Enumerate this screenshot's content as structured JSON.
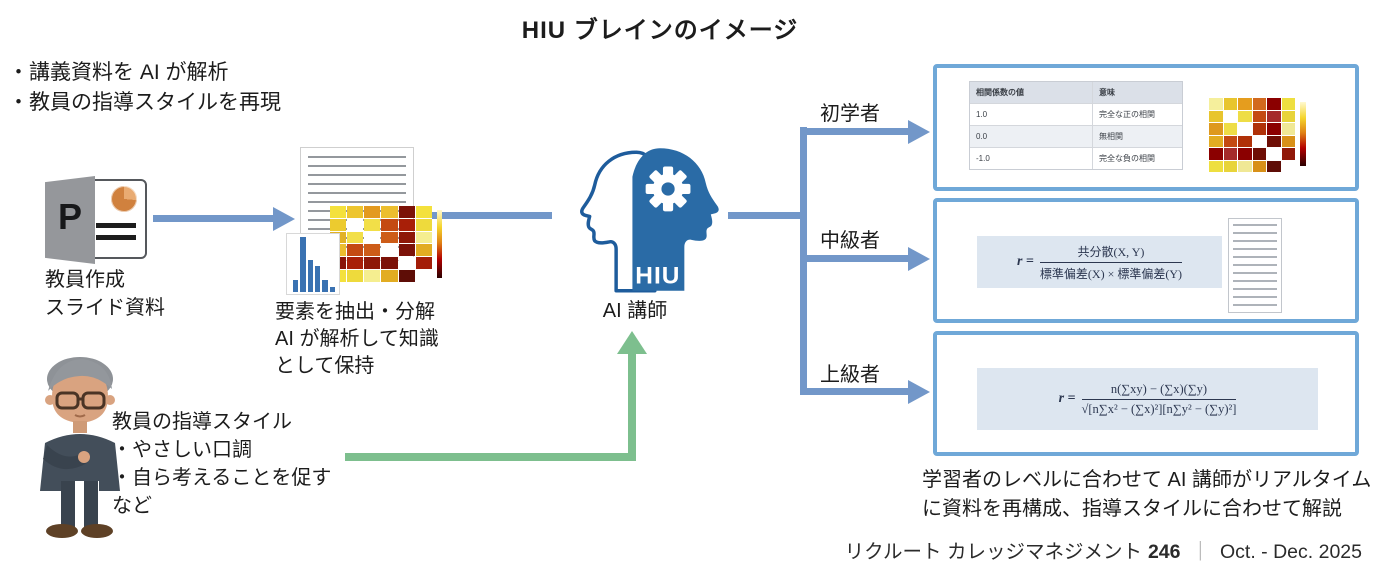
{
  "title": "HIU ブレインのイメージ",
  "colors": {
    "arrow_blue": "#7297c9",
    "box_border": "#6fa8d8",
    "green_arrow": "#7dbf8e",
    "head_blue": "#2a6ba6",
    "head_outline": "#1e5c9c",
    "formula_bg": "#dde6f0",
    "text": "#1c1c1c"
  },
  "intro_bullets": [
    "・講義資料を AI が解析",
    "・教員の指導スタイルを再現"
  ],
  "slide_source": {
    "icon_letter": "P",
    "label_lines": [
      "教員作成",
      "スライド資料"
    ]
  },
  "extraction": {
    "label_lines": [
      "要素を抽出・分解",
      "AI が解析して知識",
      "として保持"
    ],
    "heatmap": [
      [
        "#f4e13c",
        "#edc52f",
        "#e39a20",
        "#ecbe2e",
        "#7c1208",
        "#f4e13c"
      ],
      [
        "#eccb2f",
        "#ffffff",
        "#f2df48",
        "#c44a12",
        "#a81f08",
        "#eeda3c"
      ],
      [
        "#e2b224",
        "#f2df48",
        "#ffffff",
        "#cd5c18",
        "#8e1808",
        "#f5ee90"
      ],
      [
        "#ecbe2e",
        "#c44a12",
        "#cd5c18",
        "#ffffff",
        "#7c1208",
        "#e2ac22"
      ],
      [
        "#8a1408",
        "#a81f08",
        "#8e1808",
        "#7c1208",
        "#ffffff",
        "#a31d08"
      ],
      [
        "#f4e13c",
        "#eeda3c",
        "#f5ee90",
        "#e2ac22",
        "#5e0d06",
        "#ffffff"
      ]
    ],
    "histogram": [
      22,
      100,
      58,
      48,
      22,
      10
    ]
  },
  "ai_instructor": {
    "icon_text": "HIU",
    "label": "AI 講師"
  },
  "levels": [
    {
      "label": "初学者"
    },
    {
      "label": "中級者"
    },
    {
      "label": "上級者"
    }
  ],
  "beginner_box": {
    "table": {
      "headers": [
        "相関係数の値",
        "意味"
      ],
      "rows": [
        [
          "1.0",
          "完全な正の相関"
        ],
        [
          "0.0",
          "無相関"
        ],
        [
          "-1.0",
          "完全な負の相関"
        ]
      ]
    },
    "heatmap": [
      [
        "#f5ef9c",
        "#e8c52e",
        "#e59d1e",
        "#d2691e",
        "#8b0000",
        "#eedf40"
      ],
      [
        "#e8c52e",
        "#ffffff",
        "#eedd46",
        "#c44a12",
        "#a52a2a",
        "#e8d43a"
      ],
      [
        "#de991e",
        "#eedd46",
        "#ffffff",
        "#b03108",
        "#8b0000",
        "#f0e896"
      ],
      [
        "#e2ac22",
        "#c44a12",
        "#b03108",
        "#ffffff",
        "#6e0e05",
        "#d89018"
      ],
      [
        "#8b0000",
        "#a52a2a",
        "#8b0000",
        "#6e0e05",
        "#ffffff",
        "#901808"
      ],
      [
        "#eedf40",
        "#e8d43a",
        "#f0e896",
        "#d89018",
        "#5e0d06",
        "#ffffff"
      ]
    ]
  },
  "intermediate_box": {
    "formula": {
      "lhs": "r =",
      "numerator": "共分散(X, Y)",
      "denominator": "標準偏差(X) × 標準偏差(Y)"
    }
  },
  "advanced_box": {
    "formula": {
      "lhs": "r =",
      "numerator": "n(∑xy) − (∑x)(∑y)",
      "denominator": "√[n∑x² − (∑x)²][n∑y² − (∑y)²]"
    }
  },
  "teacher": {
    "label_lines": [
      "教員の指導スタイル",
      "・やさしい口調",
      "・自ら考えることを促す",
      "など"
    ]
  },
  "outcome_lines": [
    "学習者のレベルに合わせて AI 講師がリアルタイム",
    "に資料を再構成、指導スタイルに合わせて解説"
  ],
  "footer": {
    "publication": "リクルート カレッジマネジメント",
    "issue": "246",
    "separator": "｜",
    "date": "Oct. - Dec. 2025"
  }
}
